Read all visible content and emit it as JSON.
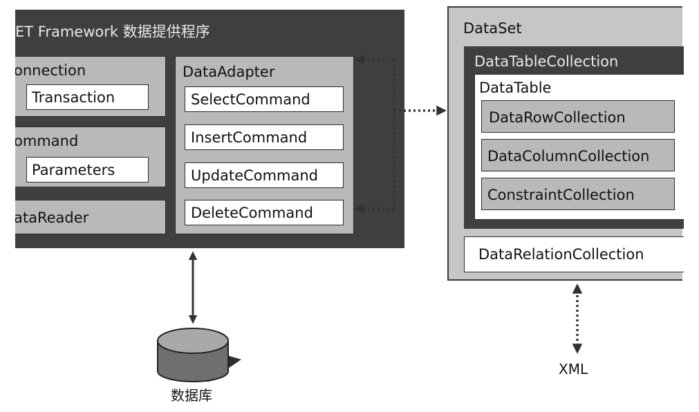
{
  "provider": {
    "title": "ET Framework 数据提供程序",
    "connection": {
      "label": "onnection",
      "child": "Transaction"
    },
    "command": {
      "label": "ommand",
      "child": "Parameters"
    },
    "datareader": {
      "label": "ataReader"
    },
    "adapter": {
      "label": "DataAdapter",
      "commands": [
        "SelectCommand",
        "InsertCommand",
        "UpdateCommand",
        "DeleteCommand"
      ]
    }
  },
  "dataset": {
    "label": "DataSet",
    "table_collection": "DataTableCollection",
    "datatable": {
      "label": "DataTable",
      "collections": [
        "DataRowCollection",
        "DataColumnCollection",
        "ConstraintCollection"
      ]
    },
    "relation_collection": "DataRelationCollection"
  },
  "database_label": "数据库",
  "xml_label": "XML"
}
